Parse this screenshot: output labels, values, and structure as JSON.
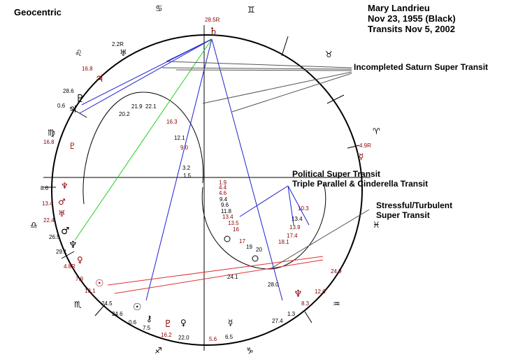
{
  "corner_label": "Geocentric",
  "chart_header": {
    "name": "Mary Landrieu",
    "birth": "Nov 23, 1955 (Black)",
    "transits": "Transits Nov 5, 2002"
  },
  "annotations": {
    "saturn": "Incompleted Saturn Super Transit",
    "political_line1": "Political Super Transit",
    "political_line2": "Triple Parallel & Cinderella Transit",
    "stress_line1": "Stressful/Turbulent",
    "stress_line2": "Super Transit"
  },
  "colors": {
    "natal_text": "#000000",
    "transit_text": "#8b0000",
    "aspect_blue": "#2020d0",
    "aspect_green": "#22cc22",
    "aspect_red": "#e03030",
    "pointer": "#555555"
  },
  "signs": [
    {
      "name": "cancer",
      "glyph": "♋"
    },
    {
      "name": "gemini",
      "glyph": "♊"
    },
    {
      "name": "taurus",
      "glyph": "♉"
    },
    {
      "name": "leo",
      "glyph": "♌"
    },
    {
      "name": "aries",
      "glyph": "♈"
    },
    {
      "name": "virgo",
      "glyph": "♍"
    },
    {
      "name": "libra",
      "glyph": "♎"
    },
    {
      "name": "pisces",
      "glyph": "♓"
    },
    {
      "name": "scorpio",
      "glyph": "♏"
    },
    {
      "name": "aquarius",
      "glyph": "♒"
    },
    {
      "name": "sagittarius",
      "glyph": "♐"
    },
    {
      "name": "capricorn",
      "glyph": "♑"
    }
  ],
  "transit_glyphs": [
    {
      "name": "saturn-transit",
      "glyph": "♄"
    },
    {
      "name": "pluto-transit",
      "glyph": "♇"
    },
    {
      "name": "jupiter-transit",
      "glyph": "♃"
    },
    {
      "name": "neptune-transit",
      "glyph": "♆"
    },
    {
      "name": "mars-transit",
      "glyph": "♂"
    },
    {
      "name": "uranus-transit",
      "glyph": "♅"
    },
    {
      "name": "venus-transit",
      "glyph": "♀"
    },
    {
      "name": "sun-transit",
      "glyph": "☉"
    },
    {
      "name": "neptune-transit-2",
      "glyph": "♆"
    },
    {
      "name": "pluto-transit-2",
      "glyph": "♇"
    },
    {
      "name": "mercury-transit",
      "glyph": "☿"
    }
  ],
  "transit_values": [
    {
      "name": "saturn-value",
      "text": "28.5R"
    },
    {
      "name": "jupiter-value",
      "text": "16.8"
    },
    {
      "name": "neptune-value",
      "text": "16.8"
    },
    {
      "name": "mars-value",
      "text": "13.4"
    },
    {
      "name": "uranus-value",
      "text": "22.4"
    },
    {
      "name": "venus-value",
      "text": "4.8R"
    },
    {
      "name": "mercury-value",
      "text": "7.9"
    },
    {
      "name": "sun-value",
      "text": "13.1"
    },
    {
      "name": "pluto-value",
      "text": "16.2"
    },
    {
      "name": "mars-value-2",
      "text": "5.6"
    },
    {
      "name": "neptune-value-2",
      "text": "8.3"
    },
    {
      "name": "uranus-value-2",
      "text": "12.6"
    },
    {
      "name": "saturn-value-2",
      "text": "24.9"
    },
    {
      "name": "venus-value-2",
      "text": "4.9R"
    },
    {
      "name": "inner-jupiter-value",
      "text": "16.3"
    },
    {
      "name": "inner-neptune-value",
      "text": "9.0"
    },
    {
      "name": "col-1.9",
      "text": "1.9"
    },
    {
      "name": "col-4.4",
      "text": "4.4"
    },
    {
      "name": "col-4.6",
      "text": "4.6"
    },
    {
      "name": "col-13.4",
      "text": "13.4"
    },
    {
      "name": "col-13.5",
      "text": "13.5"
    },
    {
      "name": "col-16",
      "text": "16"
    },
    {
      "name": "col-17",
      "text": "17"
    },
    {
      "name": "right-10.3",
      "text": "10.3"
    },
    {
      "name": "right-13.9",
      "text": "13.9"
    },
    {
      "name": "right-17.4",
      "text": "17.4"
    },
    {
      "name": "right-18.1",
      "text": "18.1"
    }
  ],
  "natal_glyphs": [
    {
      "name": "uranus-natal",
      "glyph": "♅"
    },
    {
      "name": "pluto-natal",
      "glyph": "♇"
    },
    {
      "name": "jupiter-natal",
      "glyph": "♃"
    },
    {
      "name": "mars-natal",
      "glyph": "♂"
    },
    {
      "name": "neptune-natal",
      "glyph": "♆"
    },
    {
      "name": "sun-natal",
      "glyph": "☉"
    },
    {
      "name": "chiron-natal",
      "glyph": "⚷"
    },
    {
      "name": "venus-natal",
      "glyph": "♀"
    },
    {
      "name": "mercury-natal",
      "glyph": "☿"
    }
  ],
  "natal_values": [
    {
      "name": "v-2.2R",
      "text": "2.2R"
    },
    {
      "name": "v-28.6",
      "text": "28.6"
    },
    {
      "name": "v-0.6a",
      "text": "0.6"
    },
    {
      "name": "v-8.6",
      "text": "8.6"
    },
    {
      "name": "v-26.5",
      "text": "26.5"
    },
    {
      "name": "v-29.1",
      "text": "29.1"
    },
    {
      "name": "v-24.5",
      "text": "24.5"
    },
    {
      "name": "v-24.6",
      "text": "24.6"
    },
    {
      "name": "v-0.6b",
      "text": "0.6"
    },
    {
      "name": "v-7.5",
      "text": "7.5"
    },
    {
      "name": "v-22.0",
      "text": "22.0"
    },
    {
      "name": "v-6.5",
      "text": "6.5"
    },
    {
      "name": "v-27.4",
      "text": "27.4"
    },
    {
      "name": "v-1.3",
      "text": "1.3"
    },
    {
      "name": "v-21.9",
      "text": "21.9"
    },
    {
      "name": "v-22.1",
      "text": "22.1"
    },
    {
      "name": "v-20.2",
      "text": "20.2"
    },
    {
      "name": "v-12.1",
      "text": "12.1"
    },
    {
      "name": "v-3.2",
      "text": "3.2"
    },
    {
      "name": "v-1.5",
      "text": "1.5"
    },
    {
      "name": "v-9.4",
      "text": "9.4"
    },
    {
      "name": "v-9.6",
      "text": "9.6"
    },
    {
      "name": "v-11.8",
      "text": "11.8"
    },
    {
      "name": "v-19",
      "text": "19"
    },
    {
      "name": "v-20",
      "text": "20"
    },
    {
      "name": "v-24.1",
      "text": "24.1"
    },
    {
      "name": "v-28.0",
      "text": "28.0"
    },
    {
      "name": "v-13.4",
      "text": "13.4"
    }
  ]
}
